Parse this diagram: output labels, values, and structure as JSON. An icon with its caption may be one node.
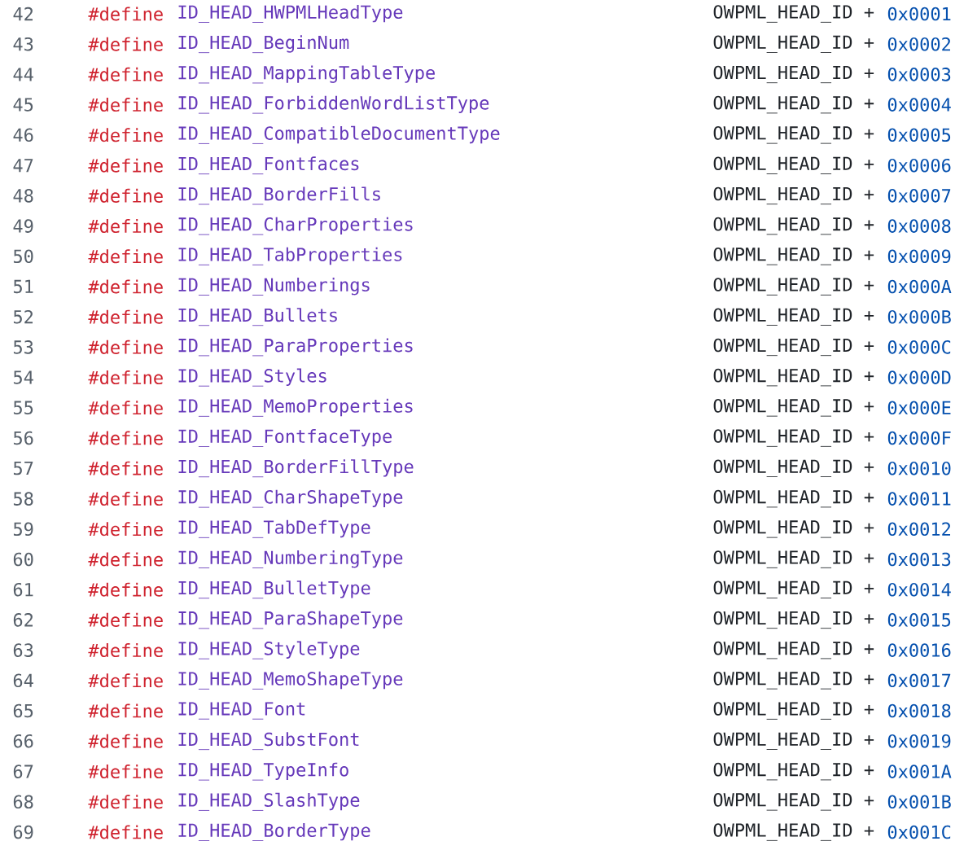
{
  "diagram": {
    "labels": [
      "42",
      "#define",
      "ID_HEAD_HWPMLHeadType",
      "OWPML_HEAD_ID +",
      "0x0001",
      "43",
      "#define",
      "ID_HEAD_BeginNum",
      "OWPML_HEAD_ID +",
      "0x0002",
      "44",
      "#define",
      "ID_HEAD_MappingTableType",
      "OWPML_HEAD_ID +",
      "0x0003",
      "45",
      "#define",
      "ID_HEAD_ForbiddenWordListType",
      "OWPML_HEAD_ID +",
      "0x0004",
      "46",
      "#define",
      "ID_HEAD_CompatibleDocumentType",
      "OWPML_HEAD_ID +",
      "0x0005",
      "47",
      "#define",
      "ID_HEAD_Fontfaces",
      "OWPML_HEAD_ID +",
      "0x0006",
      "48",
      "#define",
      "ID_HEAD_BorderFills",
      "OWPML_HEAD_ID +",
      "0x0007",
      "49",
      "#define",
      "ID_HEAD_CharProperties",
      "OWPML_HEAD_ID +",
      "0x0008",
      "50",
      "#define",
      "ID_HEAD_TabProperties",
      "OWPML_HEAD_ID +",
      "0x0009",
      "51",
      "#define",
      "ID_HEAD_Numberings",
      "OWPML_HEAD_ID +",
      "0x000A",
      "52",
      "#define",
      "ID_HEAD_Bullets",
      "OWPML_HEAD_ID +",
      "0x000B",
      "53",
      "#define",
      "ID_HEAD_ParaProperties",
      "OWPML_HEAD_ID +",
      "0x000C",
      "54",
      "#define",
      "ID_HEAD_Styles",
      "OWPML_HEAD_ID +",
      "0x000D",
      "55",
      "#define",
      "ID_HEAD_MemoProperties",
      "OWPML_HEAD_ID +",
      "0x000E",
      "56",
      "#define",
      "ID_HEAD_FontfaceType",
      "OWPML_HEAD_ID +",
      "0x000F",
      "57",
      "#define",
      "ID_HEAD_BorderFillType",
      "OWPML_HEAD_ID +",
      "0x0010",
      "58",
      "#define",
      "ID_HEAD_CharShapeType",
      "OWPML_HEAD_ID +",
      "0x0011",
      "59",
      "#define",
      "ID_HEAD_TabDefType",
      "OWPML_HEAD_ID +",
      "0x0012",
      "60",
      "#define",
      "ID_HEAD_NumberingType",
      "OWPML_HEAD_ID +",
      "0x0013",
      "61",
      "#define",
      "ID_HEAD_BulletType",
      "OWPML_HEAD_ID +",
      "0x0014",
      "62",
      "#define",
      "ID_HEAD_ParaShapeType",
      "OWPML_HEAD_ID +",
      "0x0015",
      "63",
      "#define",
      "ID_HEAD_StyleType",
      "OWPML_HEAD_ID +",
      "0x0016",
      "64",
      "#define",
      "ID_HEAD_MemoShapeType",
      "OWPML_HEAD_ID +",
      "0x0017",
      "65",
      "#define",
      "ID_HEAD_Font",
      "OWPML_HEAD_ID +",
      "0x0018",
      "66",
      "#define",
      "ID_HEAD_SubstFont",
      "OWPML_HEAD_ID +",
      "0x0019",
      "67",
      "#define",
      "ID_HEAD_TypeInfo",
      "OWPML_HEAD_ID +",
      "0x001A",
      "68",
      "#define",
      "ID_HEAD_SlashType",
      "OWPML_HEAD_ID +",
      "0x001B",
      "69",
      "#define",
      "ID_HEAD_BorderType",
      "OWPML_HEAD_ID +",
      "0x001C"
    ]
  }
}
